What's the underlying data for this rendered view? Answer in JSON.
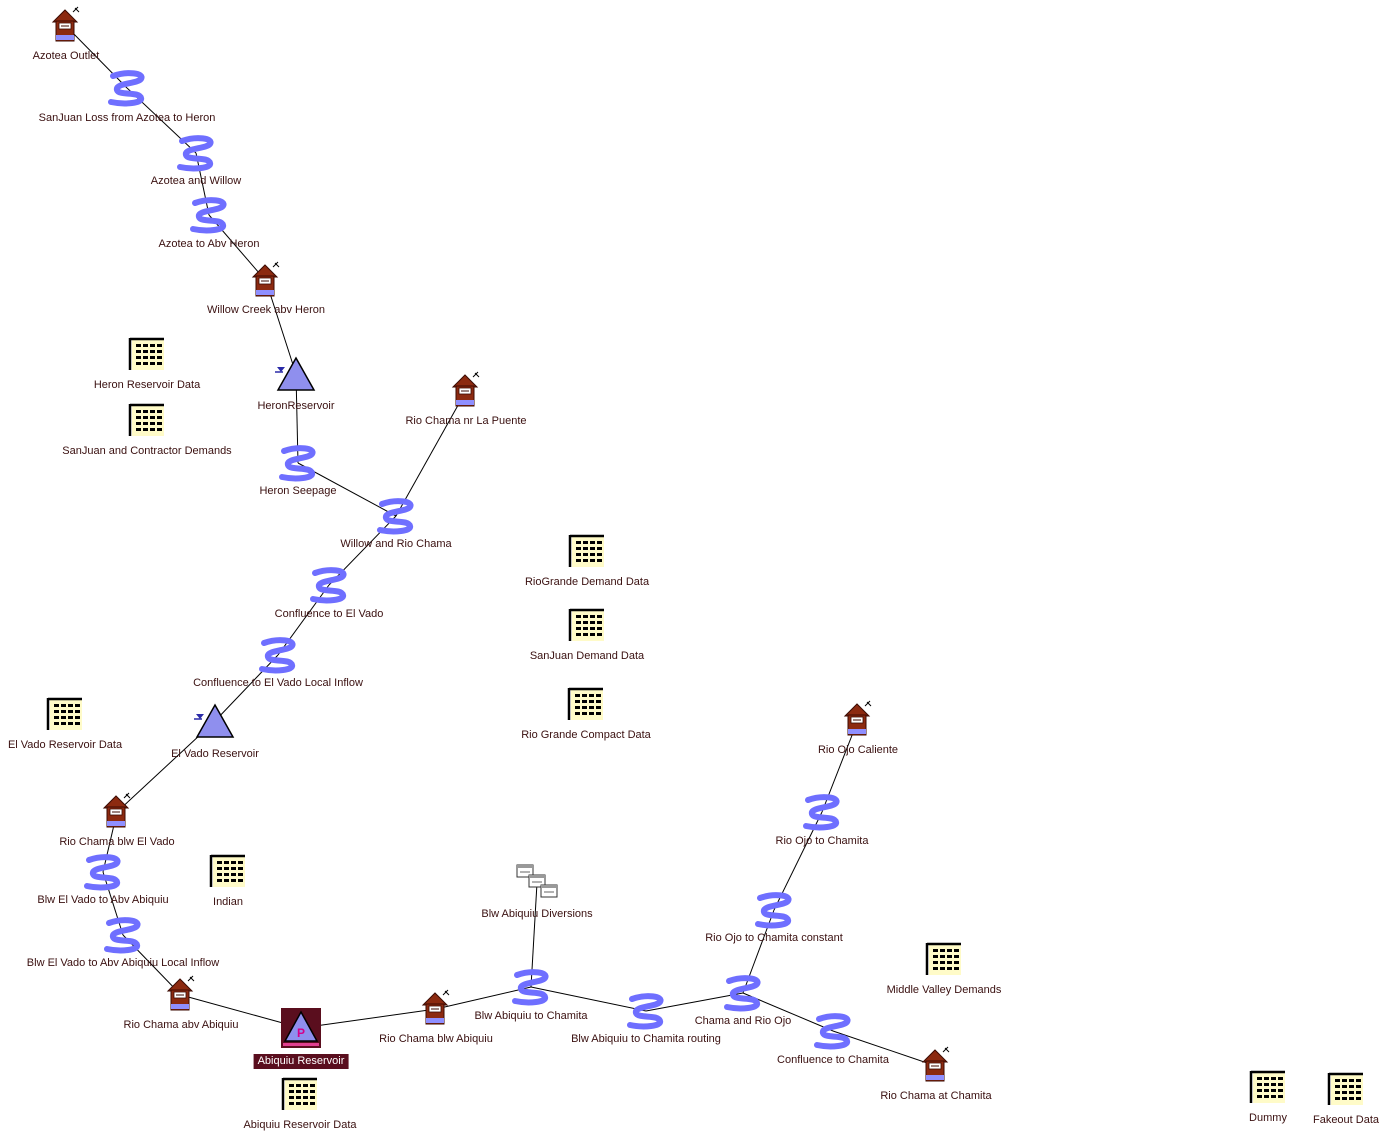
{
  "window": {
    "title": ""
  },
  "colors": {
    "reach": "#6f6fff",
    "reservoir": "#8f8fee",
    "house": "#8c2a10",
    "table": "#fffbc8",
    "label": "#3a1010",
    "selected_bg": "#5a0e1e"
  },
  "nodes": [
    {
      "id": "azotea-outlet",
      "label": "Azotea Outlet",
      "icon": "stream-gage-icon"
    },
    {
      "id": "sanjuan-loss",
      "label": "SanJuan Loss from Azotea to Heron",
      "icon": "reach-icon"
    },
    {
      "id": "azotea-willow",
      "label": "Azotea and Willow",
      "icon": "reach-icon"
    },
    {
      "id": "azotea-abv-heron",
      "label": "Azotea to Abv Heron",
      "icon": "reach-icon"
    },
    {
      "id": "willow-creek",
      "label": "Willow Creek abv Heron",
      "icon": "stream-gage-icon"
    },
    {
      "id": "heron-reservoir",
      "label": "HeronReservoir",
      "icon": "reservoir-icon"
    },
    {
      "id": "heron-seepage",
      "label": "Heron Seepage",
      "icon": "reach-icon"
    },
    {
      "id": "rio-chama-la-puente",
      "label": "Rio Chama nr La Puente",
      "icon": "stream-gage-icon"
    },
    {
      "id": "willow-rio-chama",
      "label": "Willow and Rio Chama",
      "icon": "reach-icon"
    },
    {
      "id": "confluence-el-vado",
      "label": "Confluence to El Vado",
      "icon": "reach-icon"
    },
    {
      "id": "confluence-el-vado-local",
      "label": "Confluence to El Vado Local Inflow",
      "icon": "reach-icon"
    },
    {
      "id": "el-vado-reservoir",
      "label": "El Vado Reservoir",
      "icon": "reservoir-icon"
    },
    {
      "id": "rio-chama-blw-el-vado",
      "label": "Rio Chama blw El Vado",
      "icon": "stream-gage-icon"
    },
    {
      "id": "blw-el-vado-abv-abiquiu",
      "label": "Blw El Vado to Abv Abiquiu",
      "icon": "reach-icon"
    },
    {
      "id": "blw-el-vado-abv-abiquiu-local",
      "label": "Blw El Vado to Abv Abiquiu Local Inflow",
      "icon": "reach-icon"
    },
    {
      "id": "rio-chama-abv-abiquiu",
      "label": "Rio Chama abv Abiquiu",
      "icon": "stream-gage-icon"
    },
    {
      "id": "abiquiu-reservoir",
      "label": "Abiquiu Reservoir",
      "icon": "power-reservoir-icon",
      "selected": true
    },
    {
      "id": "rio-chama-blw-abiquiu",
      "label": "Rio Chama blw Abiquiu",
      "icon": "stream-gage-icon"
    },
    {
      "id": "blw-abiquiu-diversions",
      "label": "Blw Abiquiu Diversions",
      "icon": "diversion-icon"
    },
    {
      "id": "blw-abiquiu-chamita",
      "label": "Blw Abiquiu to Chamita",
      "icon": "reach-icon"
    },
    {
      "id": "blw-abiquiu-chamita-routing",
      "label": "Blw Abiquiu to Chamita routing",
      "icon": "reach-icon"
    },
    {
      "id": "chama-rio-ojo",
      "label": "Chama and Rio Ojo",
      "icon": "reach-icon"
    },
    {
      "id": "rio-ojo-caliente",
      "label": "Rio Ojo Caliente",
      "icon": "stream-gage-icon"
    },
    {
      "id": "rio-ojo-chamita",
      "label": "Rio Ojo to Chamita",
      "icon": "reach-icon"
    },
    {
      "id": "rio-ojo-chamita-constant",
      "label": "Rio Ojo to Chamita constant",
      "icon": "reach-icon"
    },
    {
      "id": "confluence-chamita",
      "label": "Confluence to Chamita",
      "icon": "reach-icon"
    },
    {
      "id": "rio-chama-chamita",
      "label": "Rio Chama at Chamita",
      "icon": "stream-gage-icon"
    },
    {
      "id": "heron-reservoir-data",
      "label": "Heron Reservoir Data",
      "icon": "data-table-icon"
    },
    {
      "id": "sanjuan-contractor",
      "label": "SanJuan and Contractor Demands",
      "icon": "data-table-icon"
    },
    {
      "id": "riogrande-demand",
      "label": "RioGrande Demand Data",
      "icon": "data-table-icon"
    },
    {
      "id": "sanjuan-demand",
      "label": "SanJuan Demand Data",
      "icon": "data-table-icon"
    },
    {
      "id": "rio-grande-compact",
      "label": "Rio Grande Compact Data",
      "icon": "data-table-icon"
    },
    {
      "id": "el-vado-reservoir-data",
      "label": "El Vado Reservoir Data",
      "icon": "data-table-icon"
    },
    {
      "id": "indian",
      "label": "Indian",
      "icon": "data-table-icon"
    },
    {
      "id": "middle-valley",
      "label": "Middle Valley Demands",
      "icon": "data-table-icon"
    },
    {
      "id": "abiquiu-reservoir-data",
      "label": "Abiquiu Reservoir Data",
      "icon": "data-table-icon"
    },
    {
      "id": "dummy",
      "label": "Dummy",
      "icon": "data-table-icon"
    },
    {
      "id": "fakeout",
      "label": "Fakeout Data",
      "icon": "data-table-icon"
    }
  ],
  "links": [
    [
      "azotea-outlet",
      "sanjuan-loss"
    ],
    [
      "sanjuan-loss",
      "azotea-willow"
    ],
    [
      "azotea-willow",
      "azotea-abv-heron"
    ],
    [
      "azotea-abv-heron",
      "willow-creek"
    ],
    [
      "willow-creek",
      "heron-reservoir"
    ],
    [
      "heron-reservoir",
      "heron-seepage"
    ],
    [
      "heron-seepage",
      "willow-rio-chama"
    ],
    [
      "rio-chama-la-puente",
      "willow-rio-chama"
    ],
    [
      "willow-rio-chama",
      "confluence-el-vado"
    ],
    [
      "confluence-el-vado",
      "confluence-el-vado-local"
    ],
    [
      "confluence-el-vado-local",
      "el-vado-reservoir"
    ],
    [
      "el-vado-reservoir",
      "rio-chama-blw-el-vado"
    ],
    [
      "rio-chama-blw-el-vado",
      "blw-el-vado-abv-abiquiu"
    ],
    [
      "blw-el-vado-abv-abiquiu",
      "blw-el-vado-abv-abiquiu-local"
    ],
    [
      "blw-el-vado-abv-abiquiu-local",
      "rio-chama-abv-abiquiu"
    ],
    [
      "rio-chama-abv-abiquiu",
      "abiquiu-reservoir"
    ],
    [
      "abiquiu-reservoir",
      "rio-chama-blw-abiquiu"
    ],
    [
      "rio-chama-blw-abiquiu",
      "blw-abiquiu-chamita"
    ],
    [
      "blw-abiquiu-diversions",
      "blw-abiquiu-chamita"
    ],
    [
      "blw-abiquiu-chamita",
      "blw-abiquiu-chamita-routing"
    ],
    [
      "blw-abiquiu-chamita-routing",
      "chama-rio-ojo"
    ],
    [
      "rio-ojo-caliente",
      "rio-ojo-chamita"
    ],
    [
      "rio-ojo-chamita",
      "rio-ojo-chamita-constant"
    ],
    [
      "rio-ojo-chamita-constant",
      "chama-rio-ojo"
    ],
    [
      "chama-rio-ojo",
      "confluence-chamita"
    ],
    [
      "confluence-chamita",
      "rio-chama-chamita"
    ]
  ]
}
